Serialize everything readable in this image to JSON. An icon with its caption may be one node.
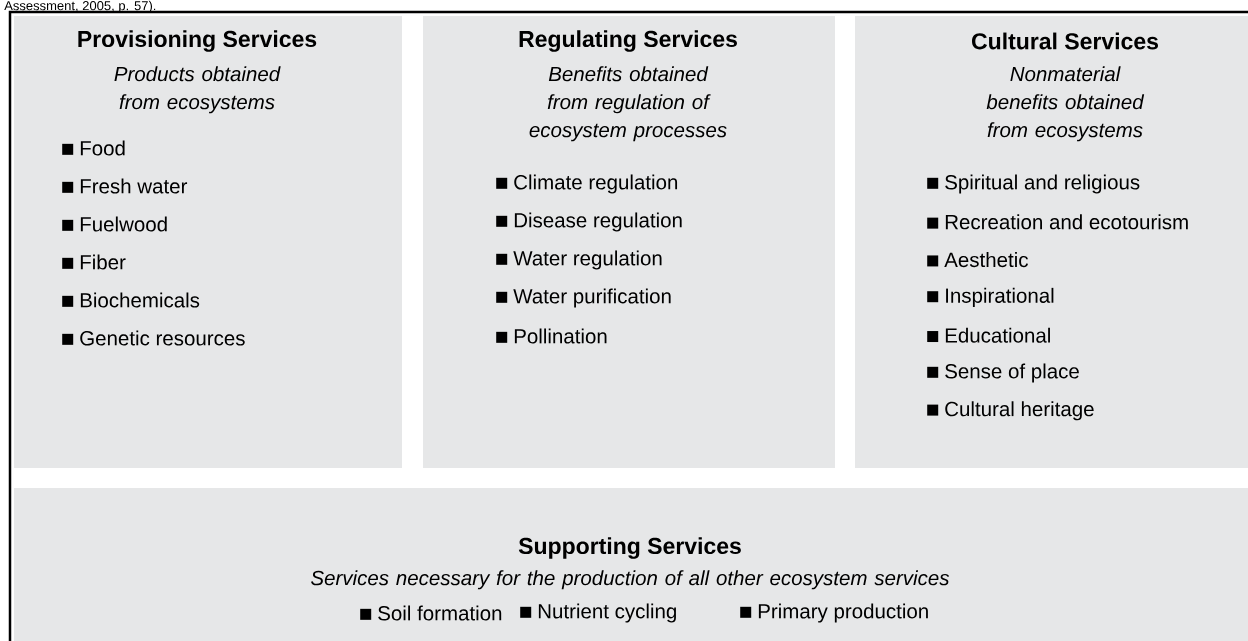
{
  "diagram": {
    "nodes": [
      {
        "text": [
          "Provisioning Services",
          "Products obtained from ecosystems",
          "Food",
          "Fresh water",
          "Fuelwood",
          "Fiber",
          "Biochemicals",
          "Genetic resources"
        ]
      },
      {
        "text": [
          "Regulating Services",
          "Benefits obtained from regulation of ecosystem processes",
          "Climate regulation",
          "Disease regulation",
          "Water regulation",
          "Water purification",
          "Pollination"
        ]
      },
      {
        "text": [
          "Cultural Services",
          "Nonmaterial benefits obtained from ecosystems",
          "Spiritual and religious",
          "Recreation and ecotourism",
          "Aesthetic",
          "Inspirational",
          "Educational",
          "Sense of place",
          "Cultural heritage"
        ]
      },
      {
        "text": [
          "Supporting Services",
          "Services necessary for the production of all other ecosystem services",
          "Soil formation",
          "Nutrient cycling",
          "Primary production"
        ]
      }
    ],
    "labels": [
      "Assessment, 2005, p. 57)."
    ]
  }
}
